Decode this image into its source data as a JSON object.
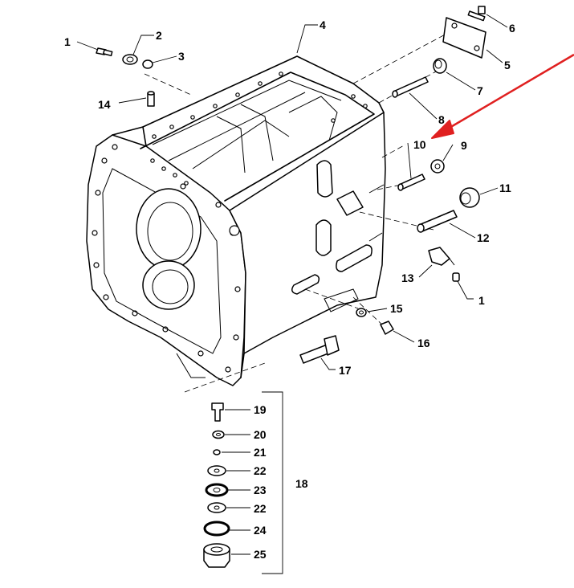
{
  "callouts": [
    {
      "id": "c1a",
      "text": "1"
    },
    {
      "id": "c2",
      "text": "2"
    },
    {
      "id": "c3",
      "text": "3"
    },
    {
      "id": "c4",
      "text": "4"
    },
    {
      "id": "c5",
      "text": "5"
    },
    {
      "id": "c6",
      "text": "6"
    },
    {
      "id": "c7",
      "text": "7"
    },
    {
      "id": "c8",
      "text": "8"
    },
    {
      "id": "c9",
      "text": "9"
    },
    {
      "id": "c10",
      "text": "10"
    },
    {
      "id": "c11",
      "text": "11"
    },
    {
      "id": "c12",
      "text": "12"
    },
    {
      "id": "c13",
      "text": "13"
    },
    {
      "id": "c1b",
      "text": "1"
    },
    {
      "id": "c14",
      "text": "14"
    },
    {
      "id": "c15",
      "text": "15"
    },
    {
      "id": "c16",
      "text": "16"
    },
    {
      "id": "c17",
      "text": "17"
    },
    {
      "id": "c18",
      "text": "18"
    },
    {
      "id": "c19",
      "text": "19"
    },
    {
      "id": "c20",
      "text": "20"
    },
    {
      "id": "c21",
      "text": "21"
    },
    {
      "id": "c22a",
      "text": "22"
    },
    {
      "id": "c23",
      "text": "23"
    },
    {
      "id": "c22b",
      "text": "22"
    },
    {
      "id": "c24",
      "text": "24"
    },
    {
      "id": "c25",
      "text": "25"
    }
  ],
  "colors": {
    "line": "#000000",
    "highlight_arrow": "#e02020",
    "background": "#ffffff"
  },
  "highlight": {
    "target_callout": "10"
  }
}
